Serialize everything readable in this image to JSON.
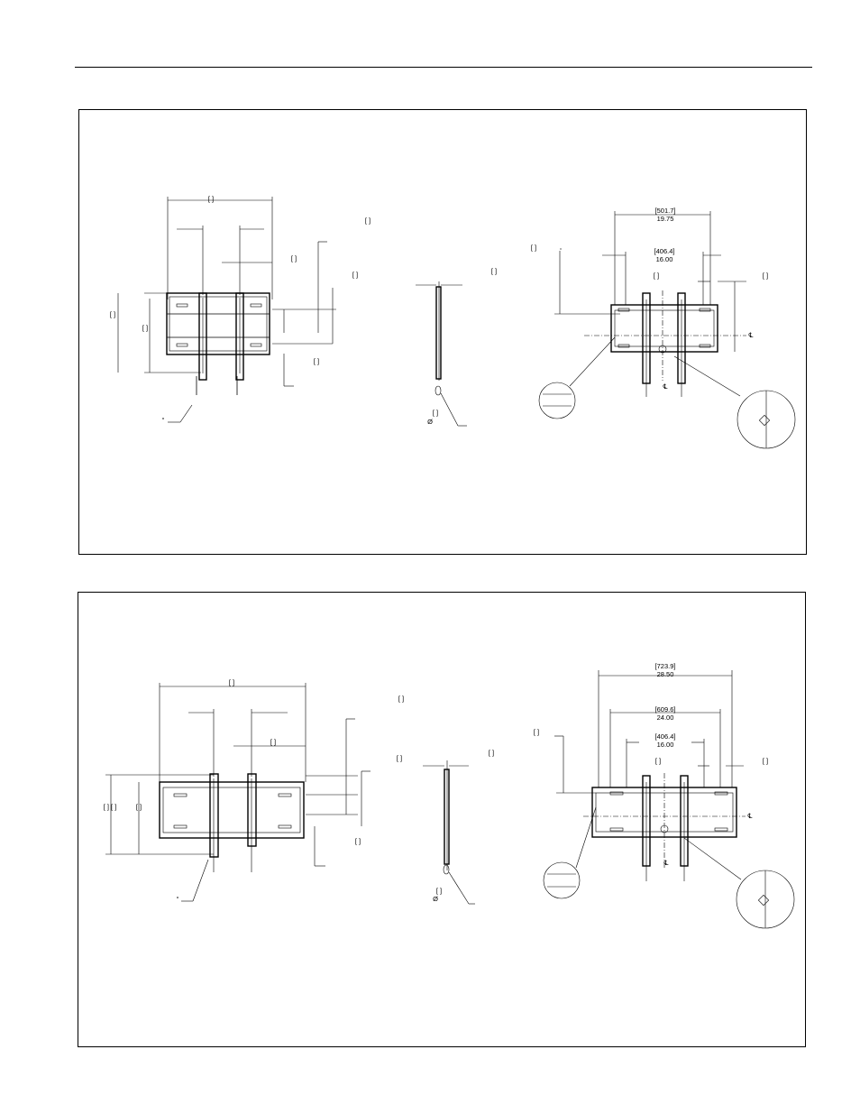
{
  "panel_1": {
    "dims": {
      "width_metric": "[501.7]",
      "width_imperial": "19.75",
      "spacing_metric": "[406.4]",
      "spacing_imperial": "16.00"
    },
    "centerline_symbol": "℄"
  },
  "panel_2": {
    "dims": {
      "width_metric": "[723.9]",
      "width_imperial": "28.50",
      "span_metric": "[609.6]",
      "span_imperial": "24.00",
      "spacing_metric": "[406.4]",
      "spacing_imperial": "16.00"
    },
    "centerline_symbol": "℄"
  },
  "symbols": {
    "diameter": "Ø",
    "degree": "°"
  }
}
